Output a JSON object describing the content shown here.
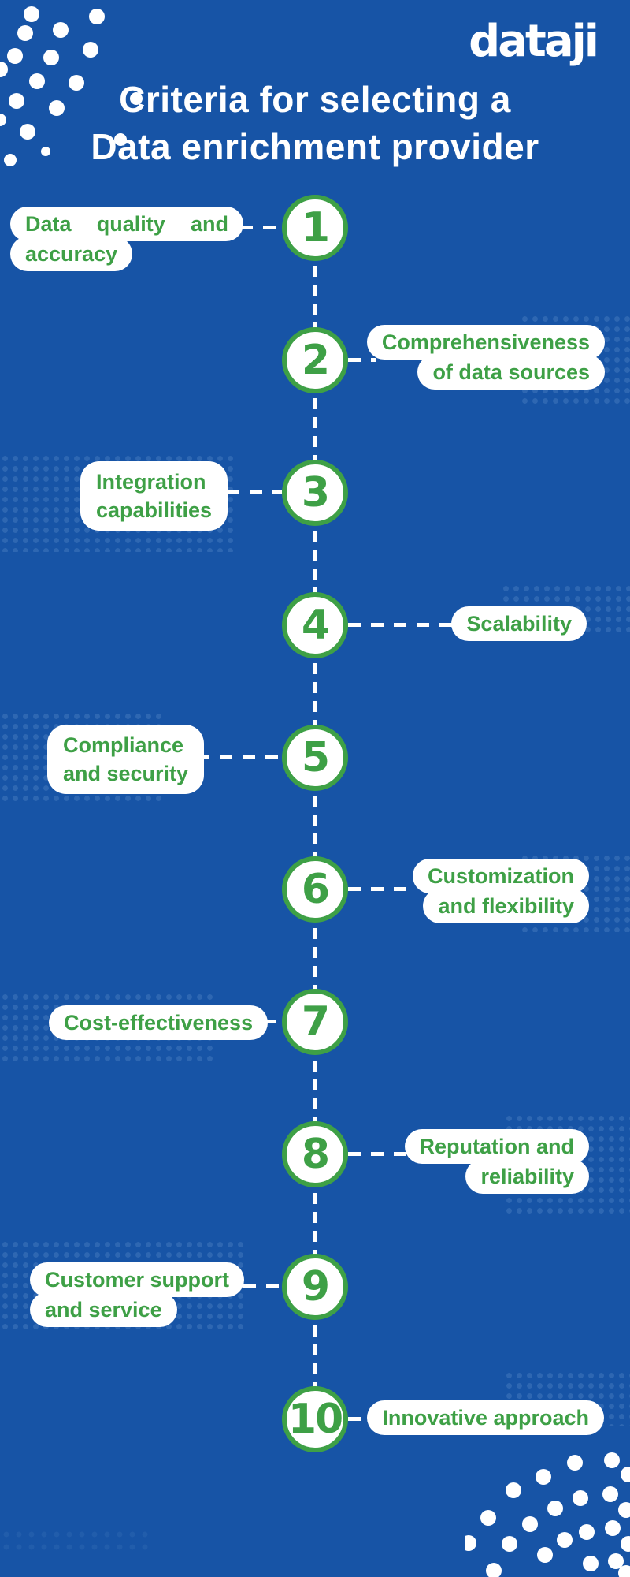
{
  "logo": {
    "text": "dataji"
  },
  "title": {
    "line1": "Criteria for selecting a",
    "line2": "Data enrichment provider"
  },
  "colors": {
    "background": "#1754a6",
    "accent_green": "#3ea046",
    "halftone_dot": "#2e67b2",
    "text_white": "#ffffff"
  },
  "items": [
    {
      "number": "1",
      "side": "left",
      "label_lines": [
        "Data quality and",
        "accuracy"
      ]
    },
    {
      "number": "2",
      "side": "right",
      "label_lines": [
        "Comprehensiveness",
        "of data sources"
      ]
    },
    {
      "number": "3",
      "side": "left",
      "label_lines": [
        "Integration",
        "capabilities"
      ]
    },
    {
      "number": "4",
      "side": "right",
      "label_lines": [
        "Scalability"
      ]
    },
    {
      "number": "5",
      "side": "left",
      "label_lines": [
        "Compliance",
        "and security"
      ]
    },
    {
      "number": "6",
      "side": "right",
      "label_lines": [
        "Customization",
        "and flexibility"
      ]
    },
    {
      "number": "7",
      "side": "left",
      "label_lines": [
        "Cost-effectiveness"
      ]
    },
    {
      "number": "8",
      "side": "right",
      "label_lines": [
        "Reputation and",
        "reliability"
      ]
    },
    {
      "number": "9",
      "side": "left",
      "label_lines": [
        "Customer support",
        "and service"
      ]
    },
    {
      "number": "10",
      "side": "right",
      "label_lines": [
        "Innovative approach"
      ]
    }
  ]
}
